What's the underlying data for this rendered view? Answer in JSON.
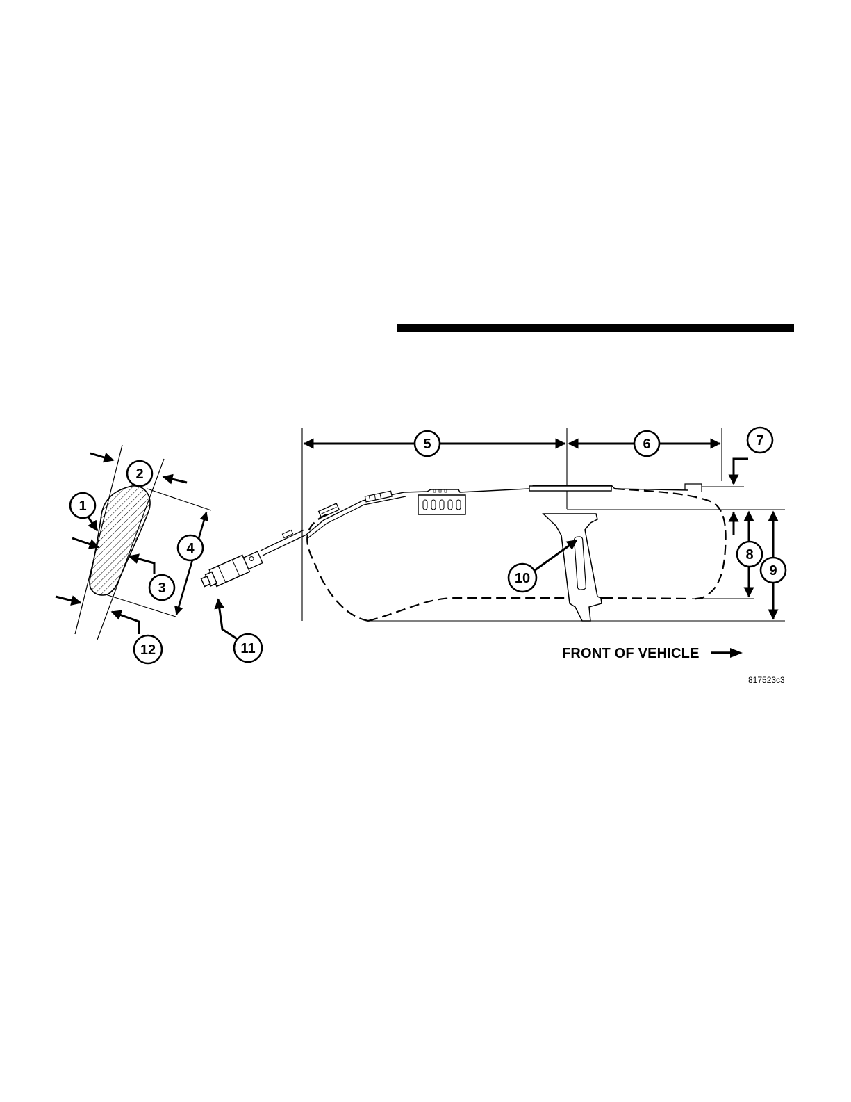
{
  "callouts": [
    "1",
    "2",
    "3",
    "4",
    "5",
    "6",
    "7",
    "8",
    "9",
    "10",
    "11",
    "12"
  ],
  "front_of_vehicle_label": "FRONT OF VEHICLE",
  "figure_id": "817523c3",
  "colors": {
    "ink": "#000000",
    "paper": "#ffffff",
    "hatch": "#000000"
  }
}
